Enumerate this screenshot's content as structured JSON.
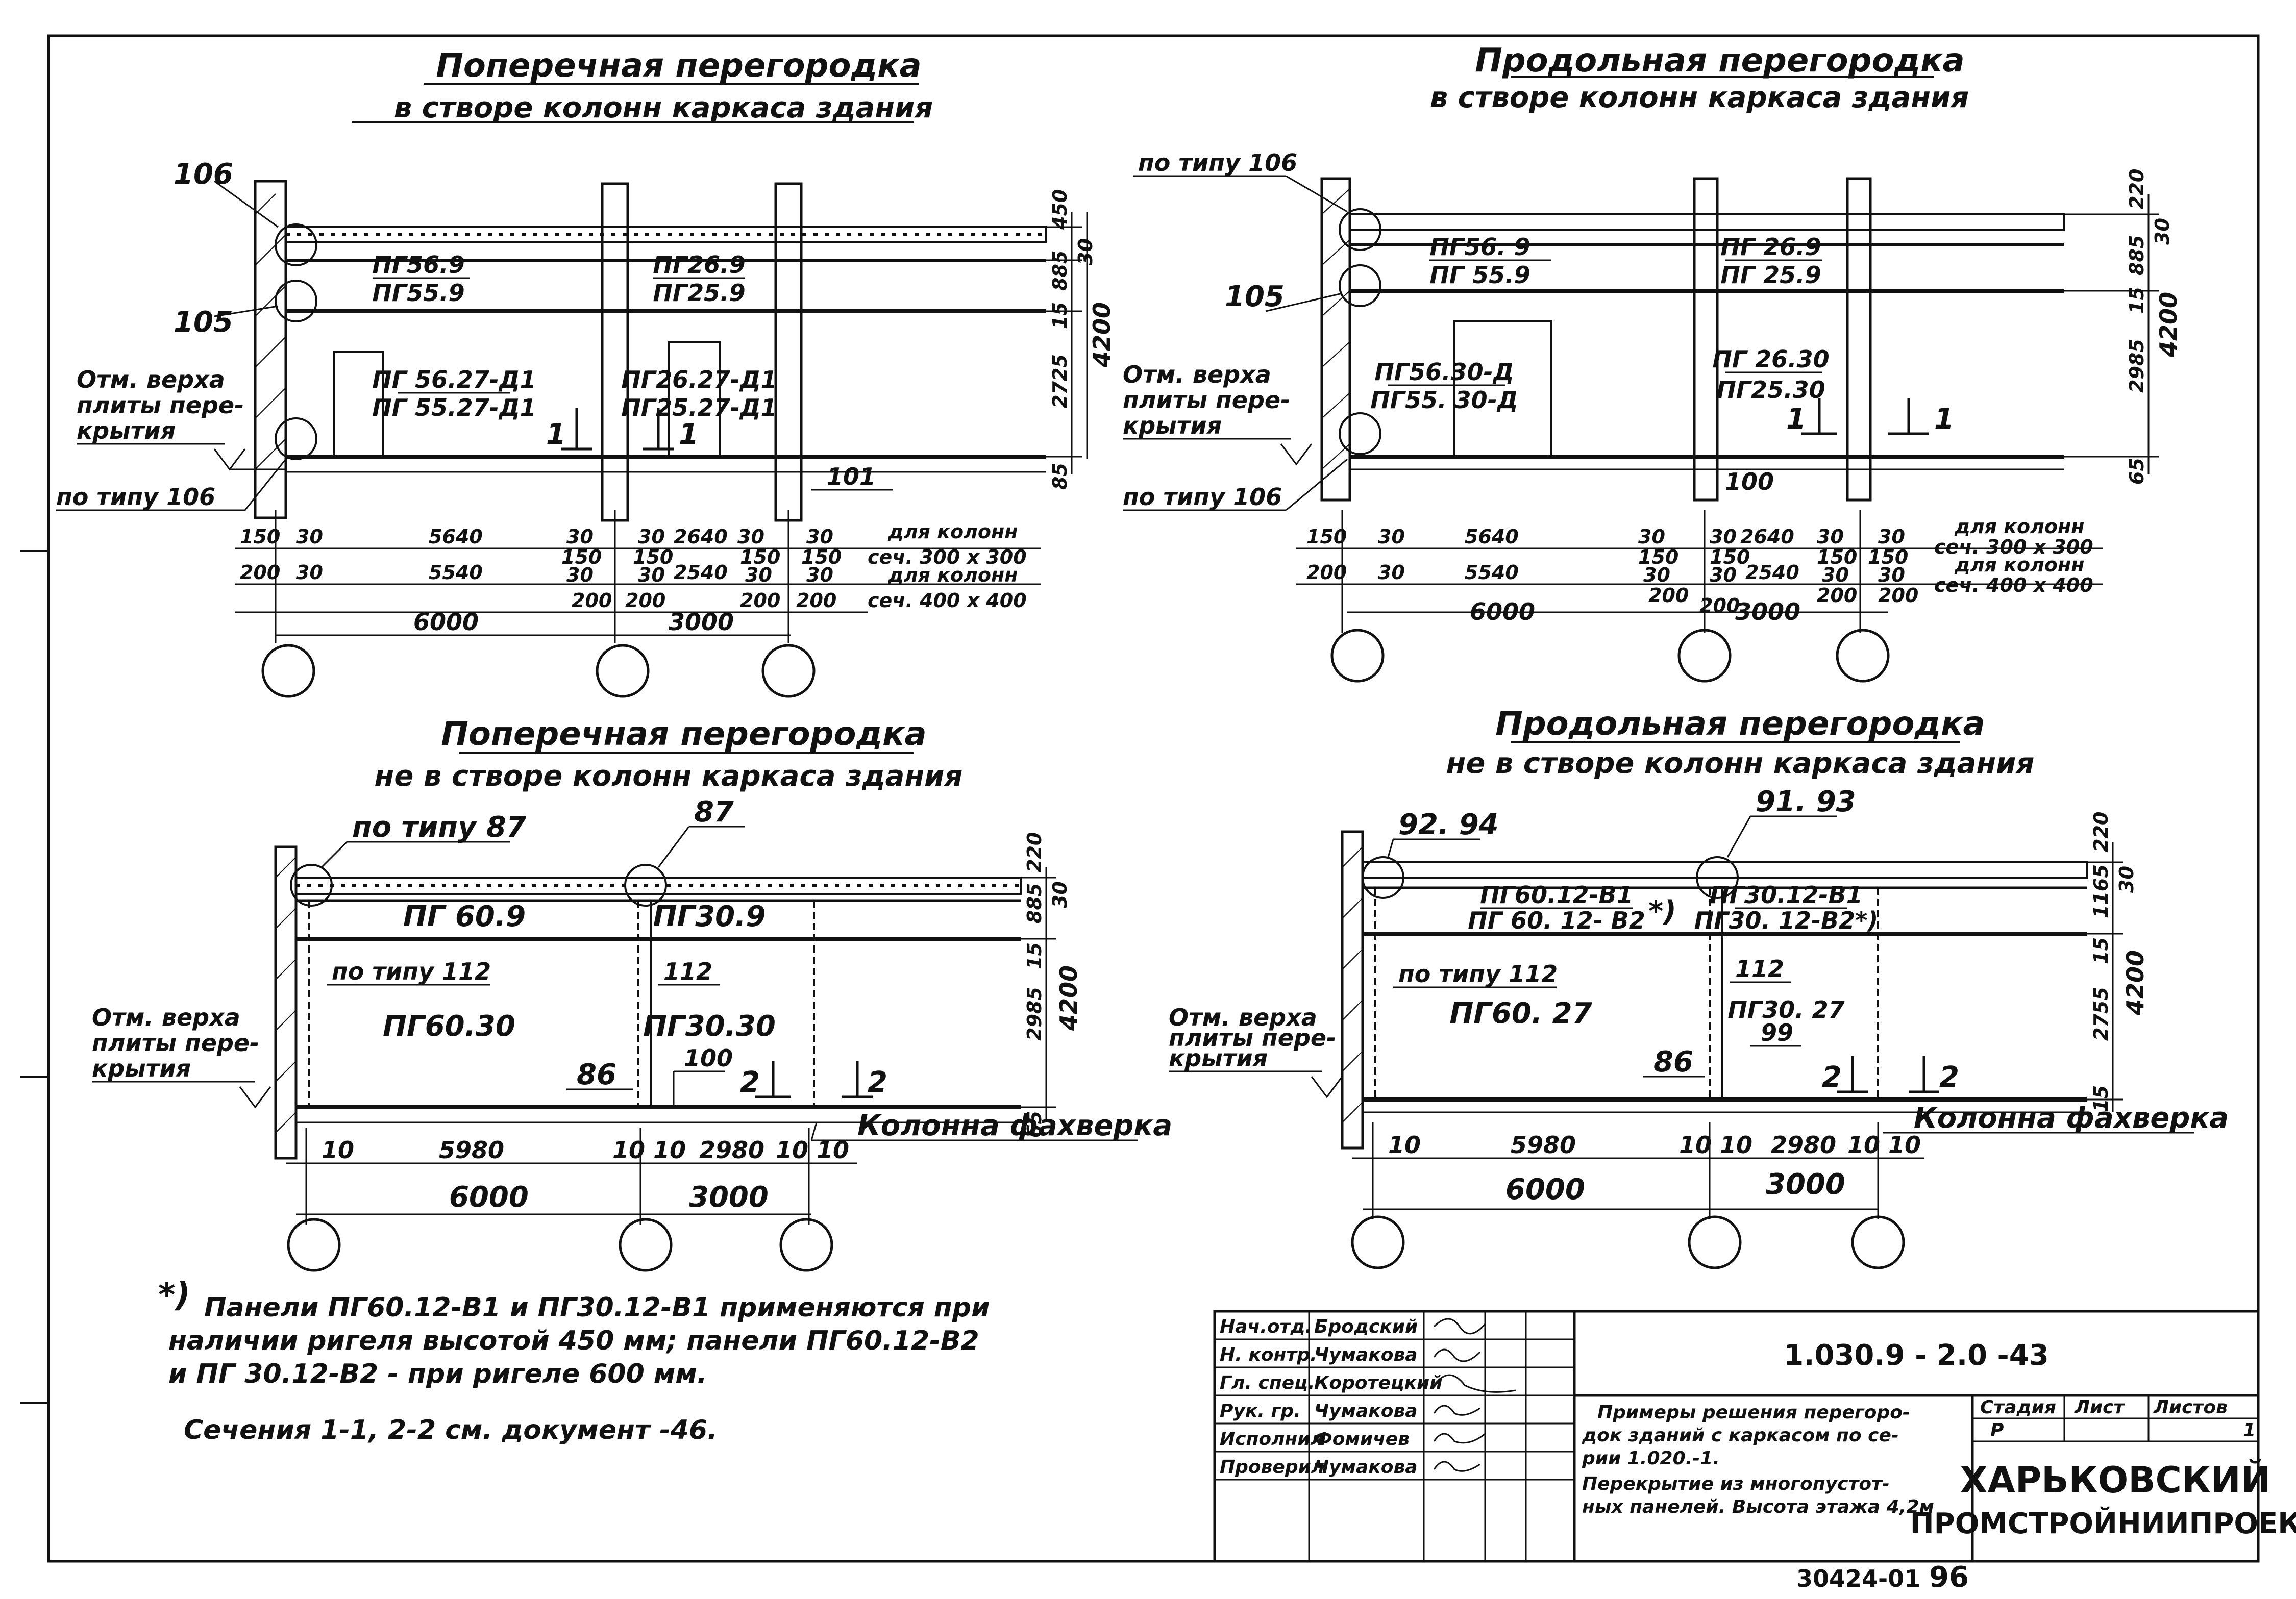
{
  "views": {
    "tl": {
      "title1": "Поперечная перегородка",
      "title2": "в створе колонн каркаса здания",
      "marks": [
        "106",
        "105"
      ],
      "top_panels": [
        "ПГ56.9",
        "ПГ55.9",
        "ПГ26.9",
        "ПГ25.9"
      ],
      "door_panels": [
        "ПГ 56.27-Д1",
        "ПГ 55.27-Д1",
        "ПГ26.27-Д1",
        "ПГ25.27-Д1"
      ],
      "elev_label": [
        "Отм. верха",
        "плиты пере-",
        "крытия"
      ],
      "by_type": "по типу 106",
      "mark_101": "101",
      "sec": [
        "1",
        "1"
      ],
      "vdims": [
        "450",
        "30",
        "885",
        "15",
        "2725",
        "85",
        "4200"
      ],
      "row1": [
        "150",
        "30",
        "5640",
        "30",
        "30",
        "2640",
        "30",
        "30"
      ],
      "row2": [
        "200",
        "30",
        "5540",
        "150",
        "30",
        "150",
        "30",
        "2540",
        "150",
        "30",
        "150",
        "30"
      ],
      "row3": [
        "200",
        "200",
        "200",
        "200"
      ],
      "col_notes": [
        "для колонн",
        "сеч. 300 х 300",
        "для колонн",
        "сеч. 400 х 400"
      ],
      "totals": [
        "6000",
        "3000"
      ]
    },
    "tr": {
      "title1": "Продольная перегородка",
      "title2": "в створе колонн каркаса здания",
      "by_type_top": "по типу 106",
      "marks": [
        "105"
      ],
      "top_panels": [
        "ПГ56. 9",
        "ПГ 55.9",
        "ПГ 26.9",
        "ПГ 25.9"
      ],
      "door_panels": [
        "ПГ56.30-Д",
        "ПГ55. 30-Д",
        "ПГ 26.30",
        "ПГ25.30"
      ],
      "elev_label": [
        "Отм. верха",
        "плиты пере-",
        "крытия"
      ],
      "by_type": "по типу 106",
      "mark_100": "100",
      "sec": [
        "1",
        "1"
      ],
      "vdims": [
        "220",
        "30",
        "885",
        "15",
        "2985",
        "65",
        "4200"
      ],
      "row1": [
        "150",
        "30",
        "5640",
        "30",
        "30",
        "2640",
        "30",
        "30"
      ],
      "row2": [
        "200",
        "30",
        "5540",
        "150",
        "30",
        "150",
        "30",
        "2540",
        "150",
        "30",
        "150",
        "30"
      ],
      "row3": [
        "200",
        "200",
        "200",
        "200"
      ],
      "col_notes": [
        "для колонн",
        "сеч. 300 х 300",
        "для колонн",
        "сеч. 400 х 400"
      ],
      "totals": [
        "6000",
        "3000"
      ]
    },
    "bl": {
      "title1": "Поперечная перегородка",
      "title2": "не в створе колонн каркаса здания",
      "by_type_87": "по типу 87",
      "mark_87": "87",
      "top_panels": [
        "ПГ 60.9",
        "ПГ30.9"
      ],
      "by_type_112": "по типу 112",
      "mark_112": "112",
      "wall_panels": [
        "ПГ60.30",
        "ПГ30.30"
      ],
      "elev_label": [
        "Отм. верха",
        "плиты пере-",
        "крытия"
      ],
      "mark_86": "86",
      "mark_100": "100",
      "sec": [
        "2",
        "2"
      ],
      "fakhverk": "Колонна фахверка",
      "vdims": [
        "220",
        "30",
        "885",
        "15",
        "2985",
        "65",
        "4200"
      ],
      "row1": [
        "10",
        "5980",
        "10",
        "10",
        "2980",
        "10",
        "10"
      ],
      "totals": [
        "6000",
        "3000"
      ]
    },
    "br": {
      "title1": "Продольная перегородка",
      "title2": "не в створе колонн каркаса здания",
      "mark_a": "92. 94",
      "mark_b": "91. 93",
      "top_panels": [
        "ПГ60.12-В1",
        "ПГ 60. 12- В2",
        "ПГ30.12-В1",
        "ПГ30. 12-В2*)"
      ],
      "asterisk": "*)",
      "by_type_112": "по типу 112",
      "mark_112": "112",
      "wall_panels": [
        "ПГ60. 27",
        "ПГ30. 27"
      ],
      "mark_99": "99",
      "elev_label": [
        "Отм. верха",
        "плиты пере-",
        "крытия"
      ],
      "mark_86": "86",
      "sec": [
        "2",
        "2"
      ],
      "fakhverk": "Колонна фахверка",
      "vdims": [
        "220",
        "30",
        "1165",
        "15",
        "2755",
        "15",
        "4200"
      ],
      "row1": [
        "10",
        "5980",
        "10",
        "10",
        "2980",
        "10",
        "10"
      ],
      "totals": [
        "6000",
        "3000"
      ]
    }
  },
  "note": {
    "star": "*)",
    "lines": [
      "Панели ПГ60.12-В1 и ПГ30.12-В1 применяются при",
      "наличии ригеля высотой 450 мм; панели ПГ60.12-В2",
      "и ПГ 30.12-В2 - при ригеле 600 мм."
    ],
    "sections": "Сечения 1-1, 2-2 см. документ -46."
  },
  "stamp": {
    "rows": [
      {
        "role": "Нач.отд.",
        "name": "Бродский"
      },
      {
        "role": "Н. контр.",
        "name": "Чумакова"
      },
      {
        "role": "Гл. спец.",
        "name": "Коротецкий"
      },
      {
        "role": "Рук. гр.",
        "name": "Чумакова"
      },
      {
        "role": "Исполнил",
        "name": "Фомичев"
      },
      {
        "role": "Проверил",
        "name": "Чумакова"
      }
    ],
    "code": "1.030.9 - 2.0 -43",
    "desc": [
      "Примеры решения перегоро-",
      "док зданий с каркасом по се-",
      "рии 1.020.-1.",
      "Перекрытие из многопустот-",
      "ных панелей. Высота этажа 4,2м"
    ],
    "stage_h": "Стадия",
    "sheet_h": "Лист",
    "sheets_h": "Листов",
    "stage": "Р",
    "sheets": "1",
    "org1": "ХАРЬКОВСКИЙ",
    "org2": "ПРОМСТРОЙНИИПРОЕКТ"
  },
  "footer": {
    "order": "30424-01",
    "page": "96"
  }
}
